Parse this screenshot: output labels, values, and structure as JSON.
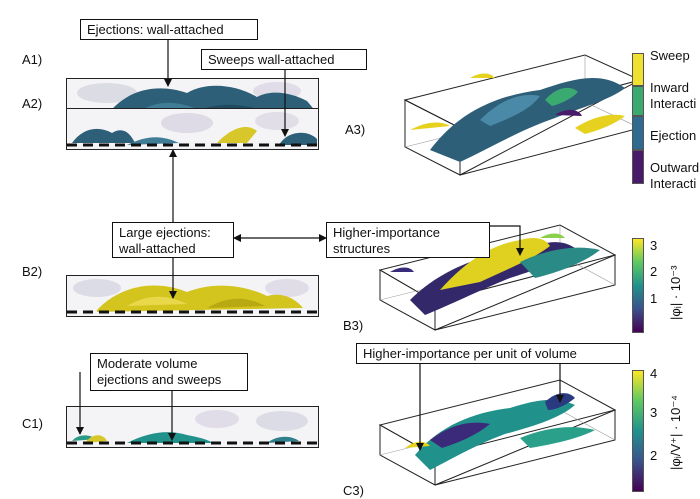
{
  "panel_labels": {
    "a1": "A1)",
    "a2": "A2)",
    "a3": "A3)",
    "b2": "B2)",
    "b3": "B3)",
    "c1": "C1)",
    "c3": "C3)"
  },
  "callouts": {
    "ejections_wall": "Ejections: wall-attached",
    "sweeps_wall": "Sweeps wall-attached",
    "large_ejections_line1": "Large ejections:",
    "large_ejections_line2": "wall-attached",
    "higher_importance_line1": "Higher-importance",
    "higher_importance_line2": "structures",
    "moderate_line1": "Moderate volume",
    "moderate_line2": "ejections and sweeps",
    "higher_per_volume": "Higher-importance per unit of volume"
  },
  "legend_categories": [
    {
      "label": "Sweep",
      "color": "#f0e030"
    },
    {
      "label": "Inward",
      "label2": "Interacti",
      "color": "#3aaa70"
    },
    {
      "label": "Ejection",
      "color": "#2f6a90"
    },
    {
      "label": "Outward",
      "label2": "Interacti",
      "color": "#4a1a6a"
    }
  ],
  "colorbar_b": {
    "ticks": [
      "3",
      "2",
      "1"
    ],
    "label": "|φᵢ| · 10⁻³"
  },
  "colorbar_c": {
    "ticks": [
      "4",
      "3",
      "2"
    ],
    "label": "|φᵢ/V⁺| · 10⁻⁴"
  },
  "colors": {
    "sweep": "#e6d21e",
    "ejection": "#2e5f78",
    "inward": "#3aaa70",
    "outward": "#4a1a6a",
    "viridis_top": "#f5e61e",
    "viridis_mid": "#21918c",
    "viridis_bot": "#440154"
  }
}
